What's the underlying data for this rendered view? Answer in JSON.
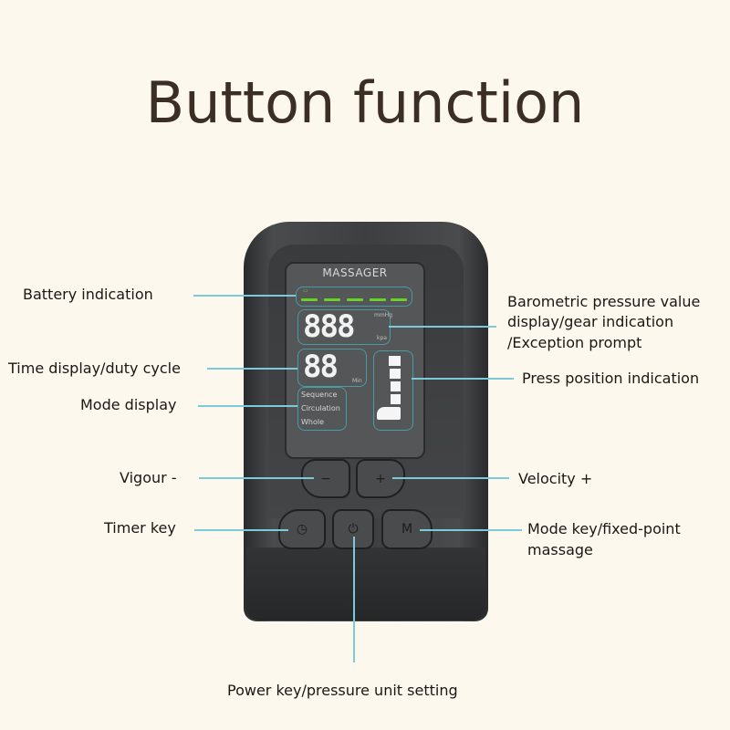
{
  "title": "Button function",
  "device": {
    "screen_title": "MASSAGER",
    "pressure_digits": "888",
    "pressure_units": [
      "mmHg",
      "kpa"
    ],
    "time_digits": "88",
    "time_unit": "Min",
    "modes": [
      "Sequence",
      "Circulation",
      "Whole"
    ],
    "battery_segments": 5,
    "buttons": {
      "minus": "−",
      "plus": "+",
      "timer": "◷",
      "power": "⏻",
      "mode": "M"
    }
  },
  "labels": {
    "battery": "Battery indication",
    "time": "Time display/duty cycle",
    "mode_display": "Mode display",
    "vigour": "Vigour -",
    "timer": "Timer key",
    "pressure_line1": "Barometric pressure value",
    "pressure_line2": "display/gear indication",
    "pressure_line3": "/Exception prompt",
    "press_position": "Press position indication",
    "velocity": "Velocity +",
    "mode_key_line1": "Mode key/fixed-point",
    "mode_key_line2": "massage",
    "power": "Power key/pressure unit setting"
  },
  "colors": {
    "background": "#fdf8ee",
    "leader": "#7cc9d8",
    "battery": "#6ad12a",
    "device": "#3e3f41"
  }
}
